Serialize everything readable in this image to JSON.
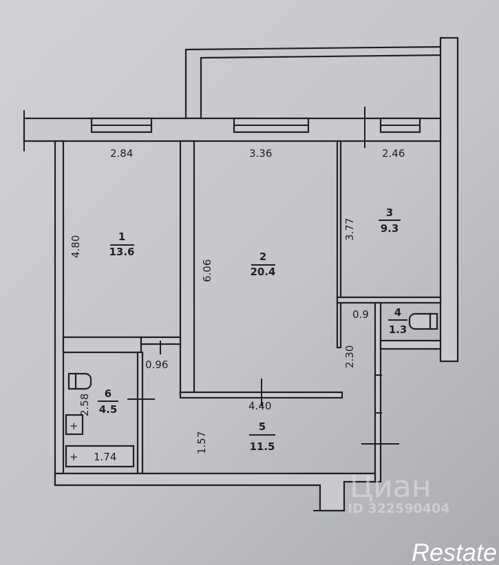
{
  "rooms": [
    {
      "number": "1",
      "area": "13.6"
    },
    {
      "number": "2",
      "area": "20.4"
    },
    {
      "number": "3",
      "area": "9.3"
    },
    {
      "number": "4",
      "area": "1.3"
    },
    {
      "number": "5",
      "area": "11.5"
    },
    {
      "number": "6",
      "area": "4.5"
    }
  ],
  "dimensions": {
    "r1_width": "2.84",
    "r1_length": "4.80",
    "r2_width": "3.36",
    "r2_length": "6.06",
    "r2_bottom": "4.40",
    "r3_width": "2.46",
    "r3_length": "3.77",
    "r4_width": "0.9",
    "corridor_right": "2.30",
    "corridor_door": "0.96",
    "r5_width": "1.57",
    "r6_length": "2.58",
    "bath": "1.74"
  },
  "watermark": {
    "brand": "Циан",
    "id": "ID 322590404",
    "logo": "Restate"
  },
  "colors": {
    "background": "#c4c6cb",
    "walls": "#1f1f22"
  }
}
